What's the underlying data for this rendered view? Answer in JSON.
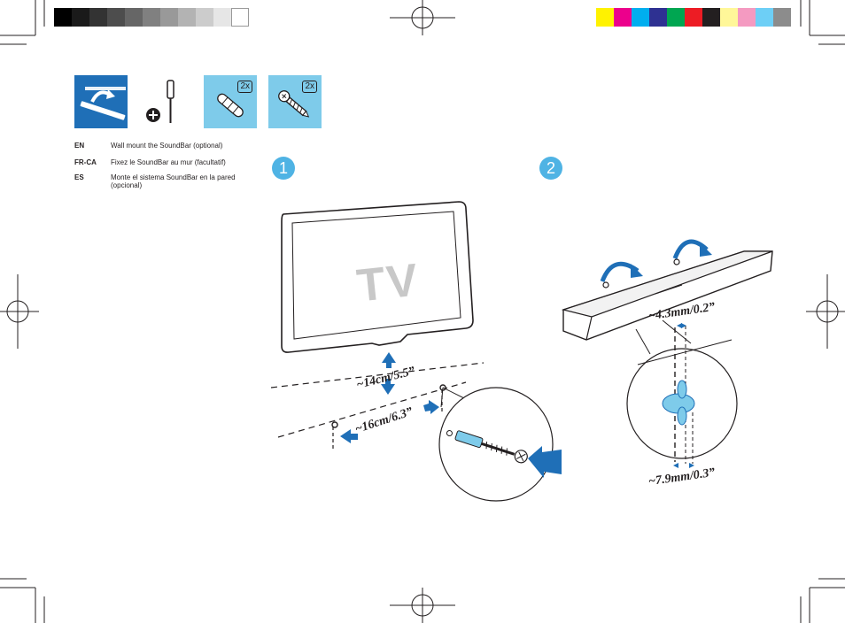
{
  "print_marks": {
    "grayscale_bar": [
      "#000000",
      "#1a1a1a",
      "#333333",
      "#4d4d4d",
      "#666666",
      "#808080",
      "#999999",
      "#b3b3b3",
      "#cccccc",
      "#e6e6e6",
      "#ffffff"
    ],
    "color_bar": [
      "#fff200",
      "#ec008c",
      "#00aeef",
      "#2e3192",
      "#00a651",
      "#ed1c24",
      "#231f20",
      "#fff799",
      "#f49ac1",
      "#6dcff6",
      "#8c8c8c"
    ]
  },
  "tools": [
    {
      "icon": "soundbar-wall-icon",
      "count": ""
    },
    {
      "icon": "screwdriver-icon",
      "count": ""
    },
    {
      "icon": "wall-plug-icon",
      "count": "2x"
    },
    {
      "icon": "screw-icon",
      "count": "2x"
    }
  ],
  "instructions": [
    {
      "lang": "EN",
      "text": "Wall mount the SoundBar (optional)"
    },
    {
      "lang": "FR-CA",
      "text": "Fixez le SoundBar au mur (facultatif)"
    },
    {
      "lang": "ES",
      "text": "Monte el sistema SoundBar en la pared (opcional)"
    }
  ],
  "steps": {
    "step1": "1",
    "step2": "2"
  },
  "figure1": {
    "tv_label": "TV",
    "gap_label": "~14cm/5.5”",
    "spacing_label": "~16cm/6.3”"
  },
  "figure2": {
    "screw_head_label": "~4.3mm/0.2”",
    "screw_gap_label": "~7.9mm/0.3”"
  },
  "colors": {
    "accent": "#4fb3e4",
    "tool_bg": "#7ecbea",
    "dark_blue": "#1f6fb7"
  }
}
